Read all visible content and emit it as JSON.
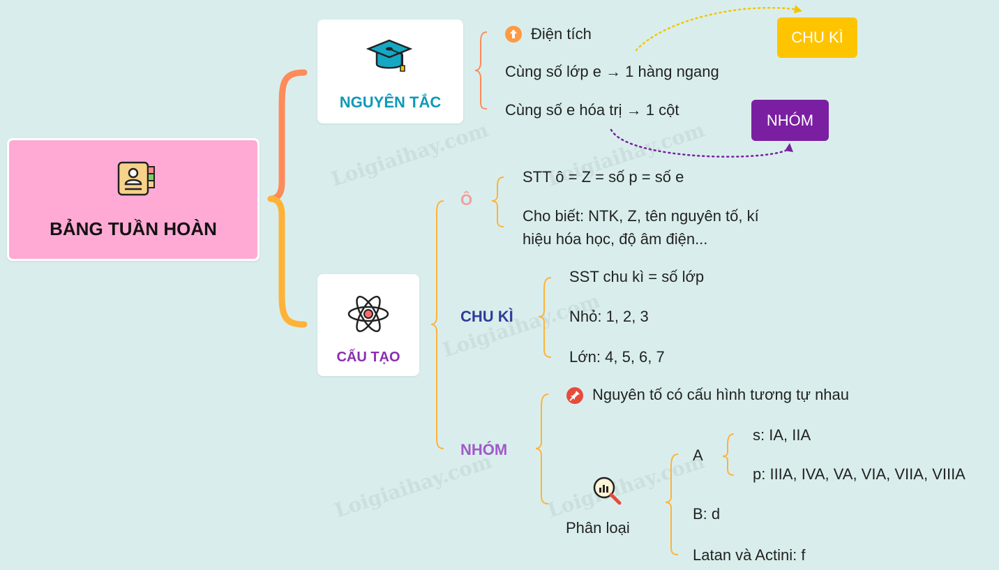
{
  "root": {
    "title": "BẢNG TUẦN HOÀN",
    "icon": "id-card-icon"
  },
  "principle": {
    "title": "NGUYÊN TẮC",
    "icon": "graduation-cap-icon",
    "items": [
      "Điện tích",
      "Cùng số lớp e → 1 hàng ngang",
      "Cùng số e hóa trị → 1 cột"
    ],
    "tag_period": "CHU KÌ",
    "tag_group": "NHÓM"
  },
  "structure": {
    "title": "CẤU TẠO",
    "icon": "atom-icon",
    "cell": {
      "label": "Ô",
      "items": [
        "STT ô = Z = số p = số e",
        "Cho biết: NTK, Z, tên nguyên tố, kí",
        "hiệu hóa học, độ âm điện..."
      ]
    },
    "period": {
      "label": "CHU KÌ",
      "items": [
        "SST chu kì = số lớp",
        "Nhỏ: 1, 2, 3",
        "Lớn: 4, 5, 6, 7"
      ]
    },
    "group": {
      "label": "NHÓM",
      "note": "Nguyên tố có cấu hình tương tự nhau",
      "classification": {
        "label": "Phân loại",
        "icon": "chart-magnifier-icon",
        "a_label": "A",
        "a_items": [
          "s: IA, IIA",
          "p: IIIA, IVA, VA, VIA, VIIA, VIIIA"
        ],
        "b_item": "B: d",
        "f_item": "Latan và Actini: f"
      }
    }
  },
  "watermark": "Loigiaihay.com",
  "colors": {
    "background": "#d9eeec",
    "root_card": "#ffaad4",
    "principle_title": "#0e9ab8",
    "structure_title": "#8a2fb0",
    "cell_label": "#f0a0a0",
    "period_label": "#2f3d9a",
    "group_label": "#a05ac8",
    "tag_period": "#ffc400",
    "tag_group": "#7a1fa2",
    "bracket_orange": "#ff8a5a",
    "bracket_yellow": "#ffb238"
  }
}
